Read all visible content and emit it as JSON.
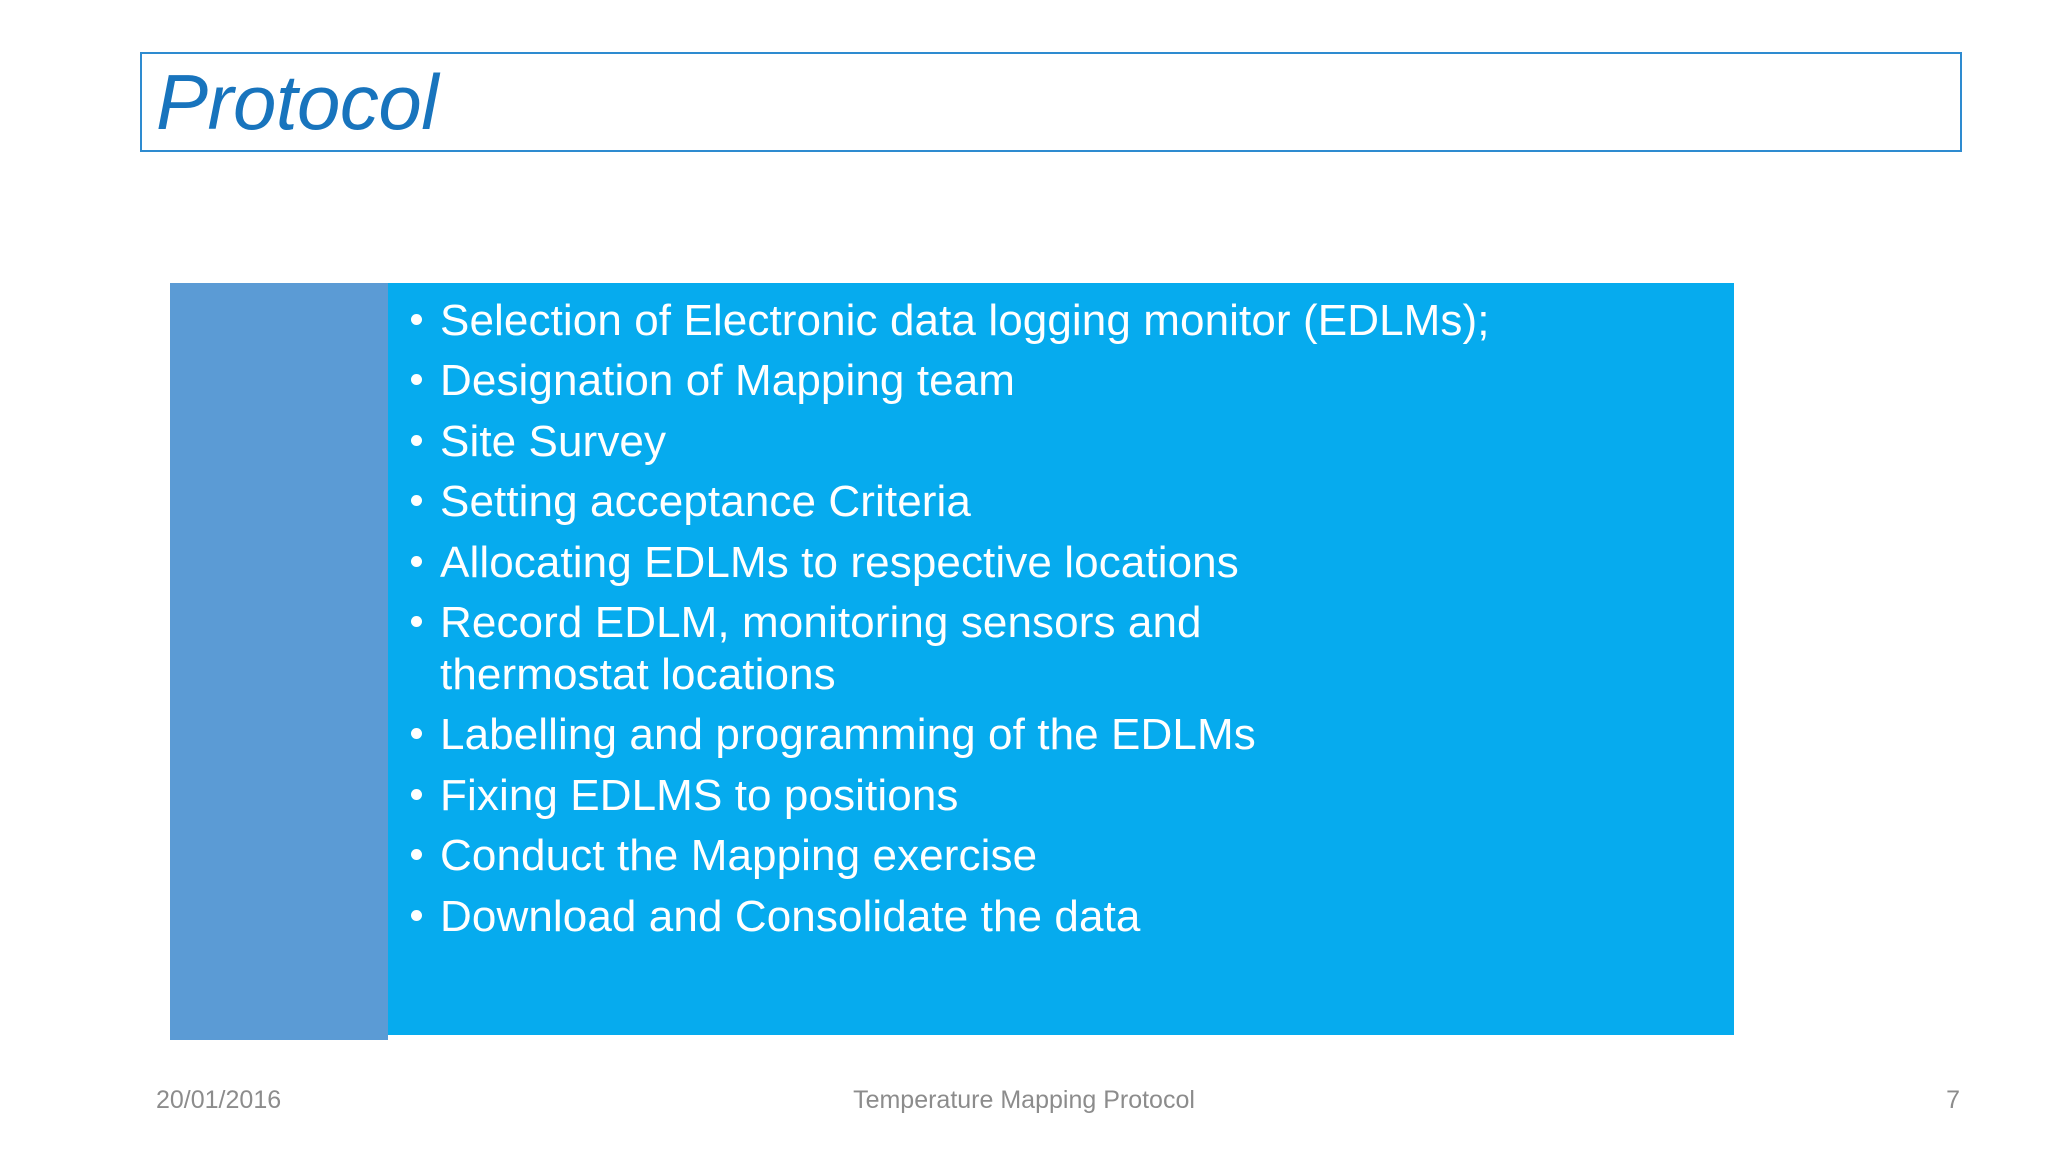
{
  "slide": {
    "title": "Protocol",
    "accent_color": "#5B9BD5",
    "panel_color": "#06ABEE",
    "title_color": "#1874BD",
    "title_border_color": "#2E8BD0",
    "footer_color": "#8C8C8C",
    "bullet_text_color": "#FFFFFF"
  },
  "bullets": [
    {
      "text": "Selection of Electronic data logging monitor (EDLMs);"
    },
    {
      "text": "Designation of Mapping team"
    },
    {
      "text": "Site Survey"
    },
    {
      "text": "Setting acceptance Criteria"
    },
    {
      "text": "Allocating EDLMs to respective locations"
    },
    {
      "text": "Record EDLM, monitoring sensors and thermostat locations"
    },
    {
      "text": "Labelling and programming of the EDLMs"
    },
    {
      "text": "Fixing EDLMS to positions"
    },
    {
      "text": "Conduct the Mapping exercise"
    },
    {
      "text": "Download and Consolidate the data"
    }
  ],
  "footer": {
    "date": "20/01/2016",
    "center": "Temperature Mapping Protocol",
    "page_number": "7"
  }
}
